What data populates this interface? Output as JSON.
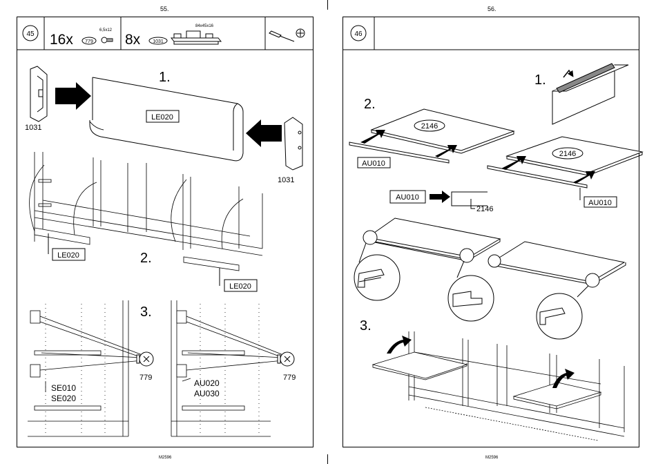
{
  "left_page": {
    "page_number": "55.",
    "footer_code": "M2596",
    "step_number": "45",
    "parts": [
      {
        "quantity": "16x",
        "part_id": "779",
        "size": "6,5x12"
      },
      {
        "quantity": "8x",
        "part_id": "1031",
        "size": "84x45x16"
      }
    ],
    "tool_icons": [
      "screwdriver-icon",
      "phillips-head-icon"
    ],
    "substeps": [
      "1.",
      "2.",
      "3."
    ],
    "labels": {
      "side_part": "1031",
      "side_part_right": "1031",
      "panel": "LE020",
      "panel_left": "LE020",
      "panel_right": "LE020",
      "screw_left": "779",
      "screw_right": "779",
      "runner_left_a": "SE010",
      "runner_left_b": "SE020",
      "runner_right_a": "AU020",
      "runner_right_b": "AU030"
    }
  },
  "right_page": {
    "page_number": "56.",
    "footer_code": "M2596",
    "step_number": "46",
    "substeps": [
      "1.",
      "2.",
      "3."
    ],
    "labels": {
      "shelf_a": "2146",
      "shelf_b": "2146",
      "rail_left": "AU010",
      "rail_right": "AU010",
      "legend_from": "AU010",
      "legend_to": "2146"
    }
  }
}
